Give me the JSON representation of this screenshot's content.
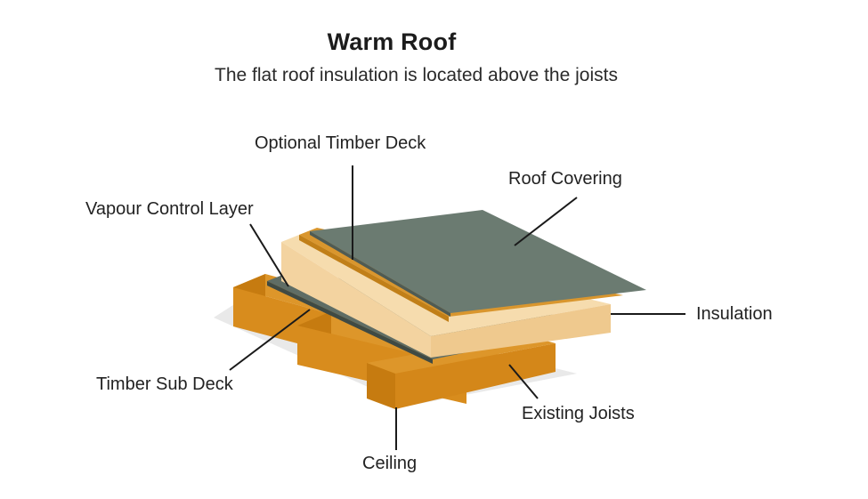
{
  "title": "Warm Roof",
  "subtitle": "The flat roof insulation is located above the joists",
  "labels": {
    "optional_timber_deck": "Optional Timber Deck",
    "roof_covering": "Roof Covering",
    "vapour_control_layer": "Vapour Control Layer",
    "insulation": "Insulation",
    "timber_sub_deck": "Timber Sub Deck",
    "existing_joists": "Existing Joists",
    "ceiling": "Ceiling"
  },
  "colors": {
    "roof_covering": "#6b7b71",
    "optional_timber_deck": "#d9962e",
    "insulation_top": "#f6dcae",
    "insulation_side": "#f1cf99",
    "vapour_control_layer": "#5f6d65",
    "joist_top": "#e19a2c",
    "joist_side": "#c97d12",
    "ceiling_shadow": "#e9e9e9",
    "leader_line": "#1a1a1a"
  }
}
